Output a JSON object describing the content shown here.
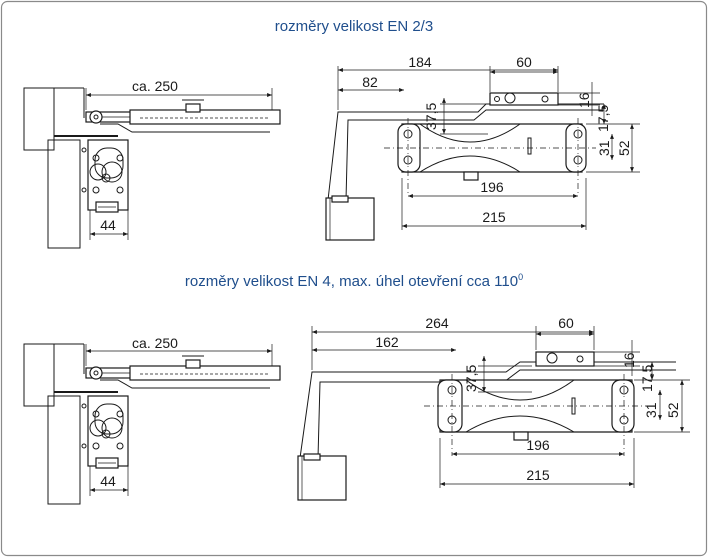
{
  "titles": {
    "top": "rozměry velikost EN 2/3",
    "bottom_main": "rozměry velikost EN 4, max. úhel otevření cca 110",
    "bottom_sup": "0"
  },
  "top": {
    "side": {
      "arm_length": "ca. 250",
      "bracket_width": "44"
    },
    "front": {
      "total_length": "184",
      "arm_offset": "82",
      "plate_width": "60",
      "vertical_37_5": "37,5",
      "vertical_16": "16",
      "vertical_17_5": "17,5",
      "vertical_31": "31",
      "vertical_52": "52",
      "hole_spacing": "196",
      "body_length": "215"
    }
  },
  "bottom": {
    "side": {
      "arm_length": "ca. 250",
      "bracket_width": "44"
    },
    "front": {
      "total_length": "264",
      "arm_offset": "162",
      "plate_width": "60",
      "vertical_37_5": "37,5",
      "vertical_16": "16",
      "vertical_17_5": "17,5",
      "vertical_31": "31",
      "vertical_52": "52",
      "hole_spacing": "196",
      "body_length": "215"
    }
  },
  "colors": {
    "title": "#1f4e8c",
    "line": "#1a1a1a",
    "frame": "#8a8a8a"
  }
}
